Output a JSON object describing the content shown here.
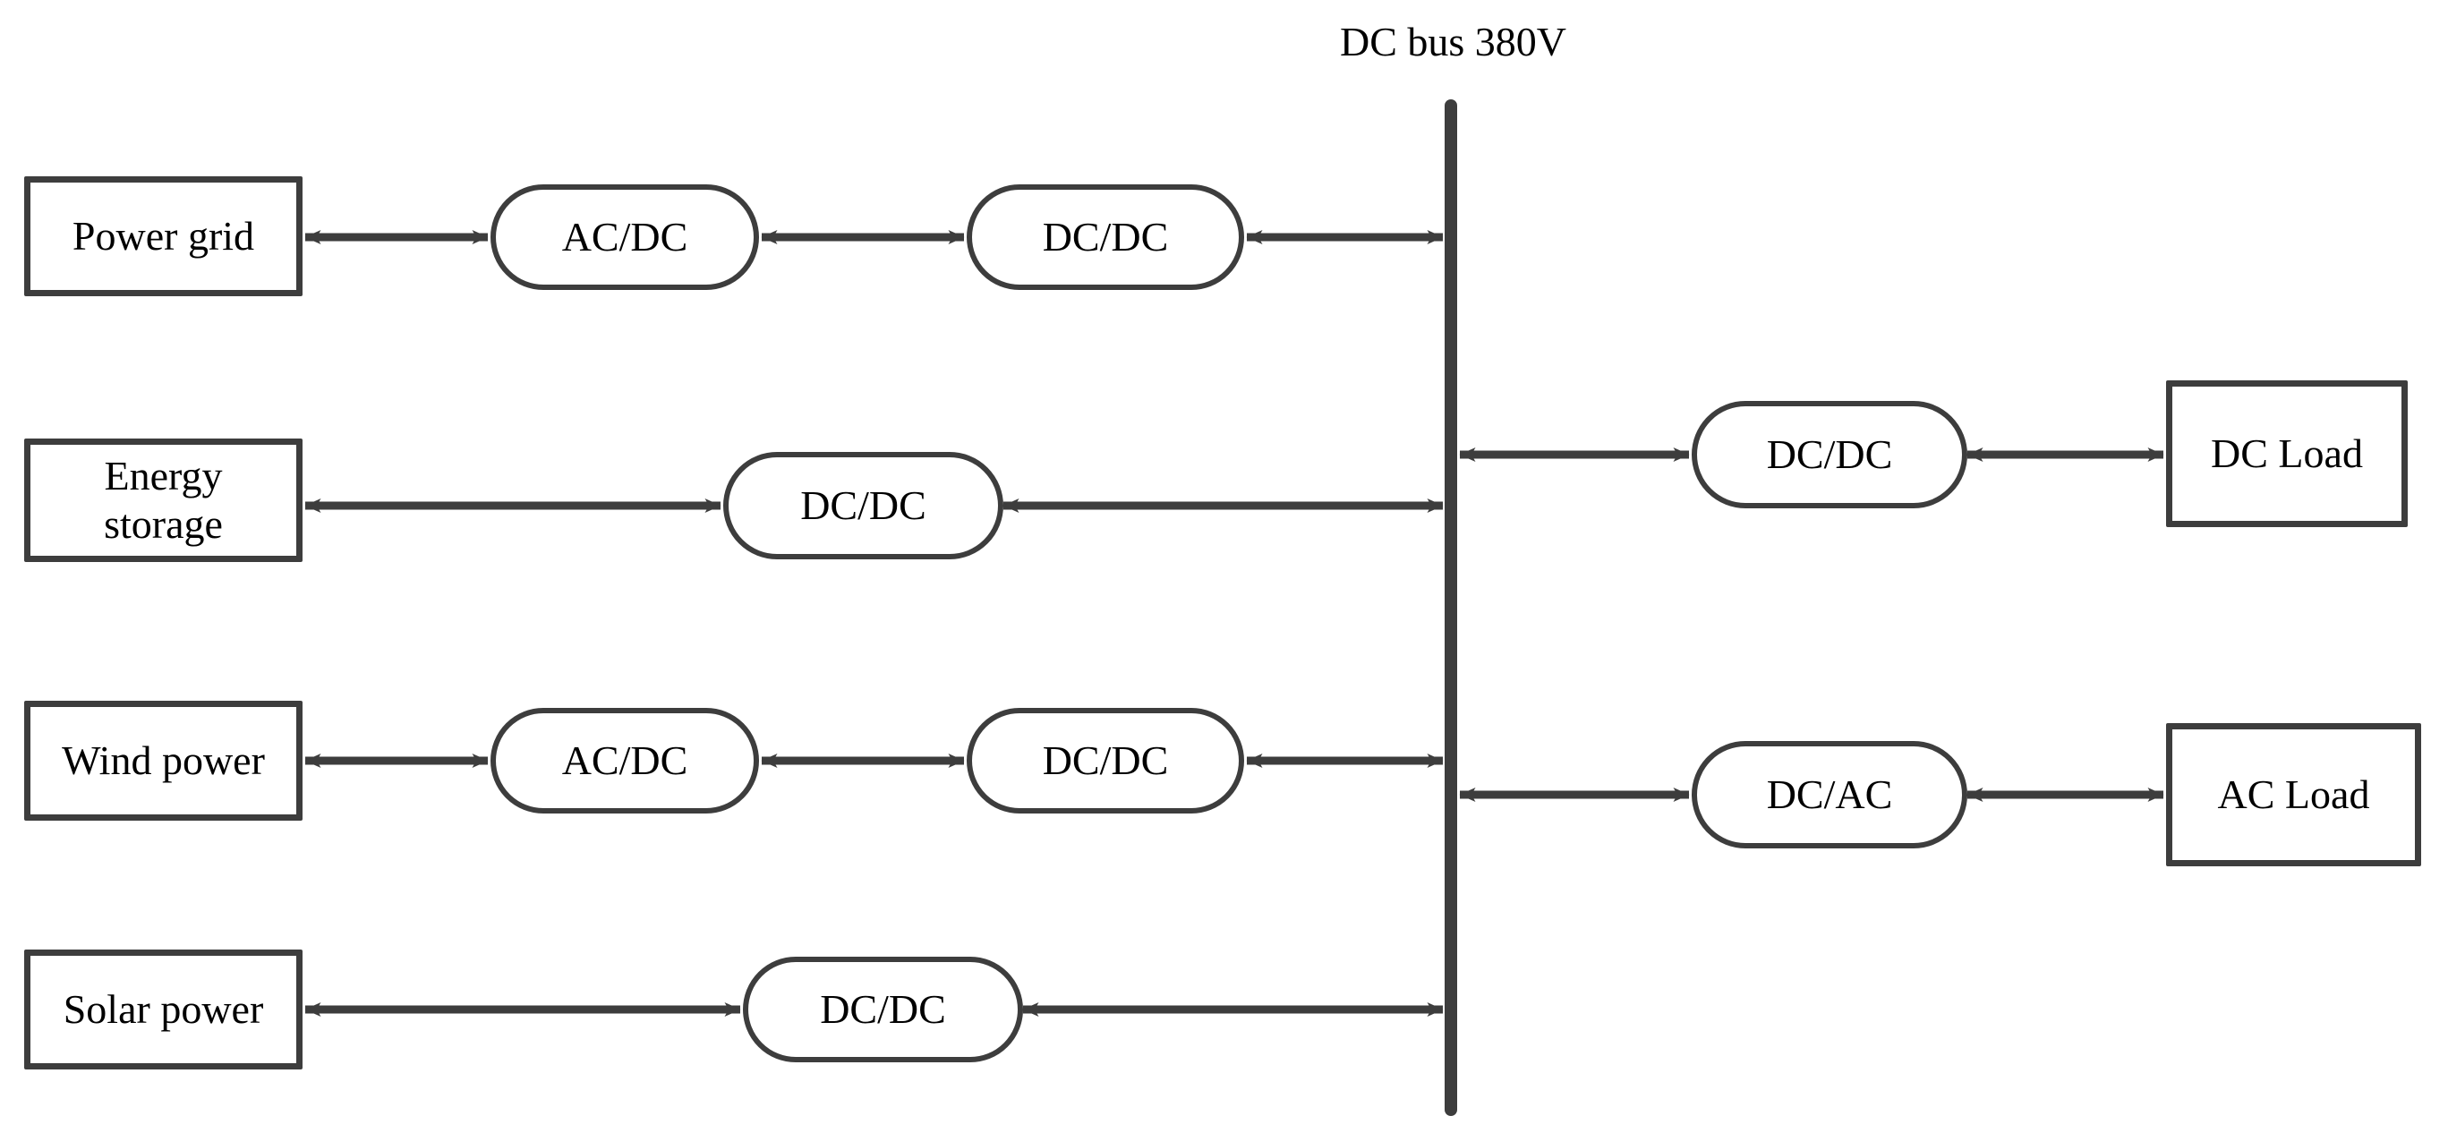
{
  "diagram": {
    "title": "DC bus 380V",
    "bus": {
      "label": "DC bus 380V",
      "voltage": "380V",
      "color": "#3d3d3d",
      "name": "dc-bus"
    },
    "colors": {
      "stroke": "#3d3d3d",
      "text": "#000000",
      "background": "#ffffff"
    },
    "sources": [
      {
        "id": "power-grid",
        "label": "Power grid"
      },
      {
        "id": "energy-storage",
        "label_line1": "Energy",
        "label_line2": "storage"
      },
      {
        "id": "wind-power",
        "label": "Wind power"
      },
      {
        "id": "solar-power",
        "label": "Solar power"
      }
    ],
    "loads": [
      {
        "id": "dc-load",
        "label": "DC Load"
      },
      {
        "id": "ac-load",
        "label": "AC Load"
      }
    ],
    "converters": {
      "grid_ac_dc": "AC/DC",
      "grid_dc_dc": "DC/DC",
      "storage_dc_dc": "DC/DC",
      "wind_ac_dc": "AC/DC",
      "wind_dc_dc": "DC/DC",
      "solar_dc_dc": "DC/DC",
      "dcload_dc_dc": "DC/DC",
      "acload_dc_ac": "DC/AC"
    },
    "connections": [
      {
        "from": "power-grid",
        "to": "grid_ac_dc",
        "type": "bidirectional"
      },
      {
        "from": "grid_ac_dc",
        "to": "grid_dc_dc",
        "type": "bidirectional"
      },
      {
        "from": "grid_dc_dc",
        "to": "dc-bus",
        "type": "bidirectional"
      },
      {
        "from": "energy-storage",
        "to": "storage_dc_dc",
        "type": "bidirectional"
      },
      {
        "from": "storage_dc_dc",
        "to": "dc-bus",
        "type": "bidirectional"
      },
      {
        "from": "wind-power",
        "to": "wind_ac_dc",
        "type": "bidirectional"
      },
      {
        "from": "wind_ac_dc",
        "to": "wind_dc_dc",
        "type": "bidirectional"
      },
      {
        "from": "wind_dc_dc",
        "to": "dc-bus",
        "type": "bidirectional"
      },
      {
        "from": "solar-power",
        "to": "solar_dc_dc",
        "type": "bidirectional"
      },
      {
        "from": "solar_dc_dc",
        "to": "dc-bus",
        "type": "bidirectional"
      },
      {
        "from": "dc-bus",
        "to": "dcload_dc_dc",
        "type": "bidirectional"
      },
      {
        "from": "dcload_dc_dc",
        "to": "dc-load",
        "type": "bidirectional"
      },
      {
        "from": "dc-bus",
        "to": "acload_dc_ac",
        "type": "bidirectional"
      },
      {
        "from": "acload_dc_ac",
        "to": "ac-load",
        "type": "bidirectional"
      }
    ]
  }
}
